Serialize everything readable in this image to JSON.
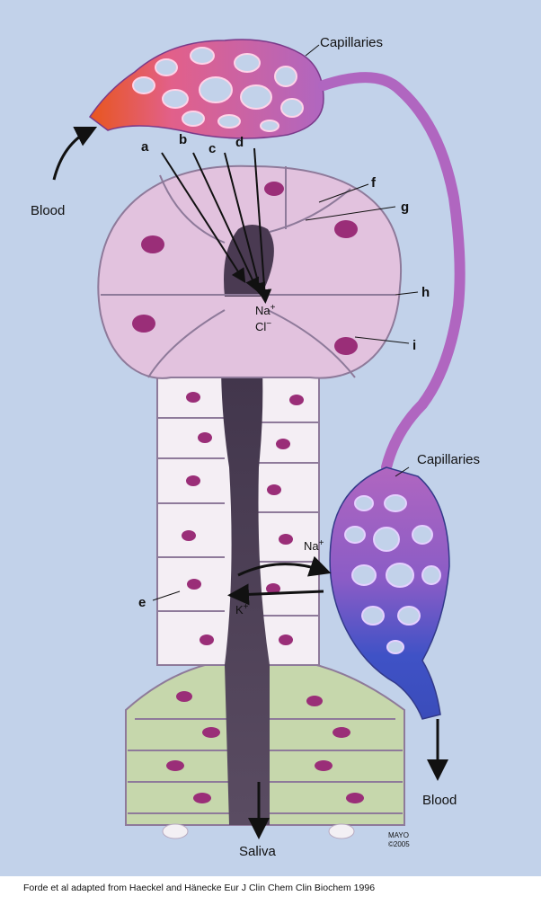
{
  "labels": {
    "capillaries_top": "Capillaries",
    "capillaries_right": "Capillaries",
    "blood_in": "Blood",
    "blood_out": "Blood",
    "saliva": "Saliva",
    "a": "a",
    "b": "b",
    "c": "c",
    "d": "d",
    "e": "e",
    "f": "f",
    "g": "g",
    "h": "h",
    "i": "i"
  },
  "ions": {
    "na_top": "Na",
    "cl_top": "Cl",
    "na_duct": "Na",
    "k_duct": "K",
    "plus": "+",
    "minus": "−"
  },
  "credit": "Forde et al adapted from Haeckel and Hänecke Eur J Clin Chem Clin Biochem 1996",
  "watermark": {
    "line1": "MAYO",
    "line2": "©2005"
  },
  "colors": {
    "background": "#c2d2ea",
    "arterial": "#e8561e",
    "vessel": "#b066c0",
    "venous": "#3f52c6",
    "acinar_cell": "#e2c2de",
    "duct_cell": "#f4eef4",
    "excretory_cell": "#c6d7ac",
    "nucleus": "#9a2e78",
    "lumen": "#4a3a52"
  }
}
